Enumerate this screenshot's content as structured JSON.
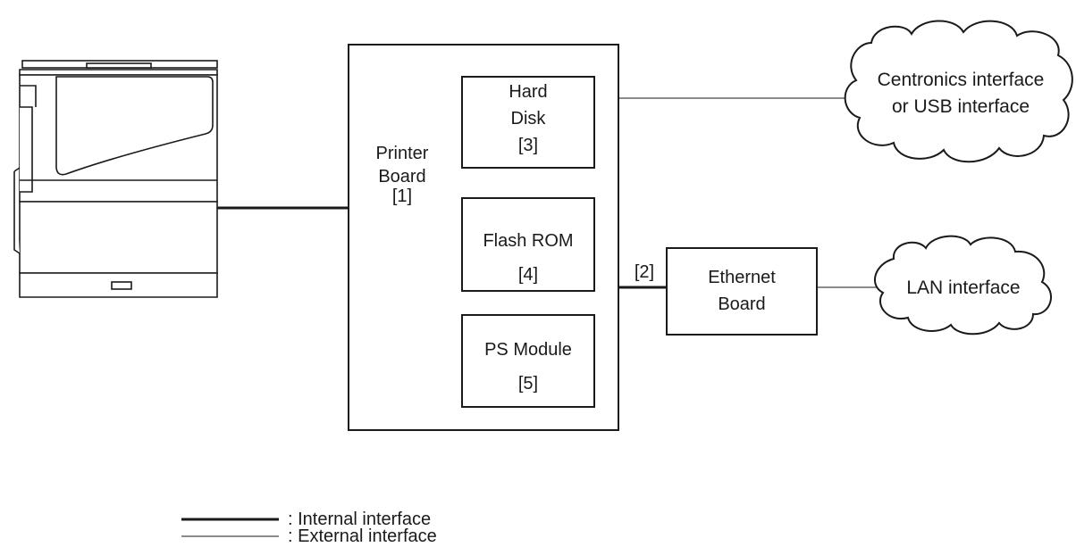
{
  "diagram": {
    "printer_board": {
      "line1": "Printer",
      "line2": "Board",
      "line3": "[1]"
    },
    "hard_disk": {
      "line1": "Hard",
      "line2": "Disk",
      "line3": "[3]"
    },
    "flash_rom": {
      "line1": "Flash ROM",
      "line2": "[4]"
    },
    "ps_module": {
      "line1": "PS Module",
      "line2": "[5]"
    },
    "ethernet_board": {
      "line1": "Ethernet",
      "line2": "Board"
    },
    "connector_label": "[2]",
    "cloud_usb": {
      "line1": "Centronics interface",
      "line2": "or USB interface"
    },
    "cloud_lan": {
      "line1": "LAN interface"
    }
  },
  "legend": {
    "internal": ": Internal interface",
    "external": ": External interface"
  }
}
